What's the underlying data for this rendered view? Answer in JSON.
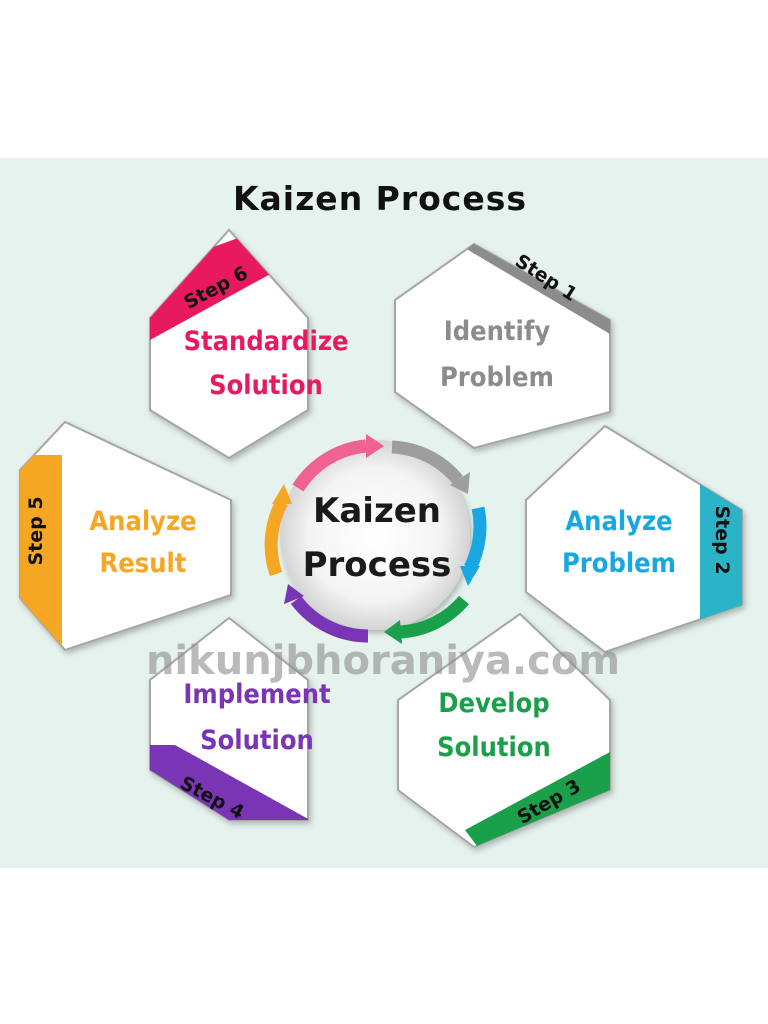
{
  "title": "Kaizen Process",
  "center": {
    "line1": "Kaizen",
    "line2": "Process"
  },
  "watermark": "nikunjbhoraniya.com",
  "colors": {
    "step1": "#8c8c8c",
    "step2": "#18a7e0",
    "step3": "#1aa04a",
    "step4": "#7a35b5",
    "step5": "#f5a623",
    "step6": "#e8195f"
  },
  "steps": [
    {
      "tag": "Step 1",
      "line1": "Identify",
      "line2": "Problem"
    },
    {
      "tag": "Step 2",
      "line1": "Analyze",
      "line2": "Problem"
    },
    {
      "tag": "Step 3",
      "line1": "Develop",
      "line2": "Solution"
    },
    {
      "tag": "Step 4",
      "line1": "Implement",
      "line2": "Solution"
    },
    {
      "tag": "Step 5",
      "line1": "Analyze",
      "line2": "Result"
    },
    {
      "tag": "Step 6",
      "line1": "Standardize",
      "line2": "Solution"
    }
  ]
}
